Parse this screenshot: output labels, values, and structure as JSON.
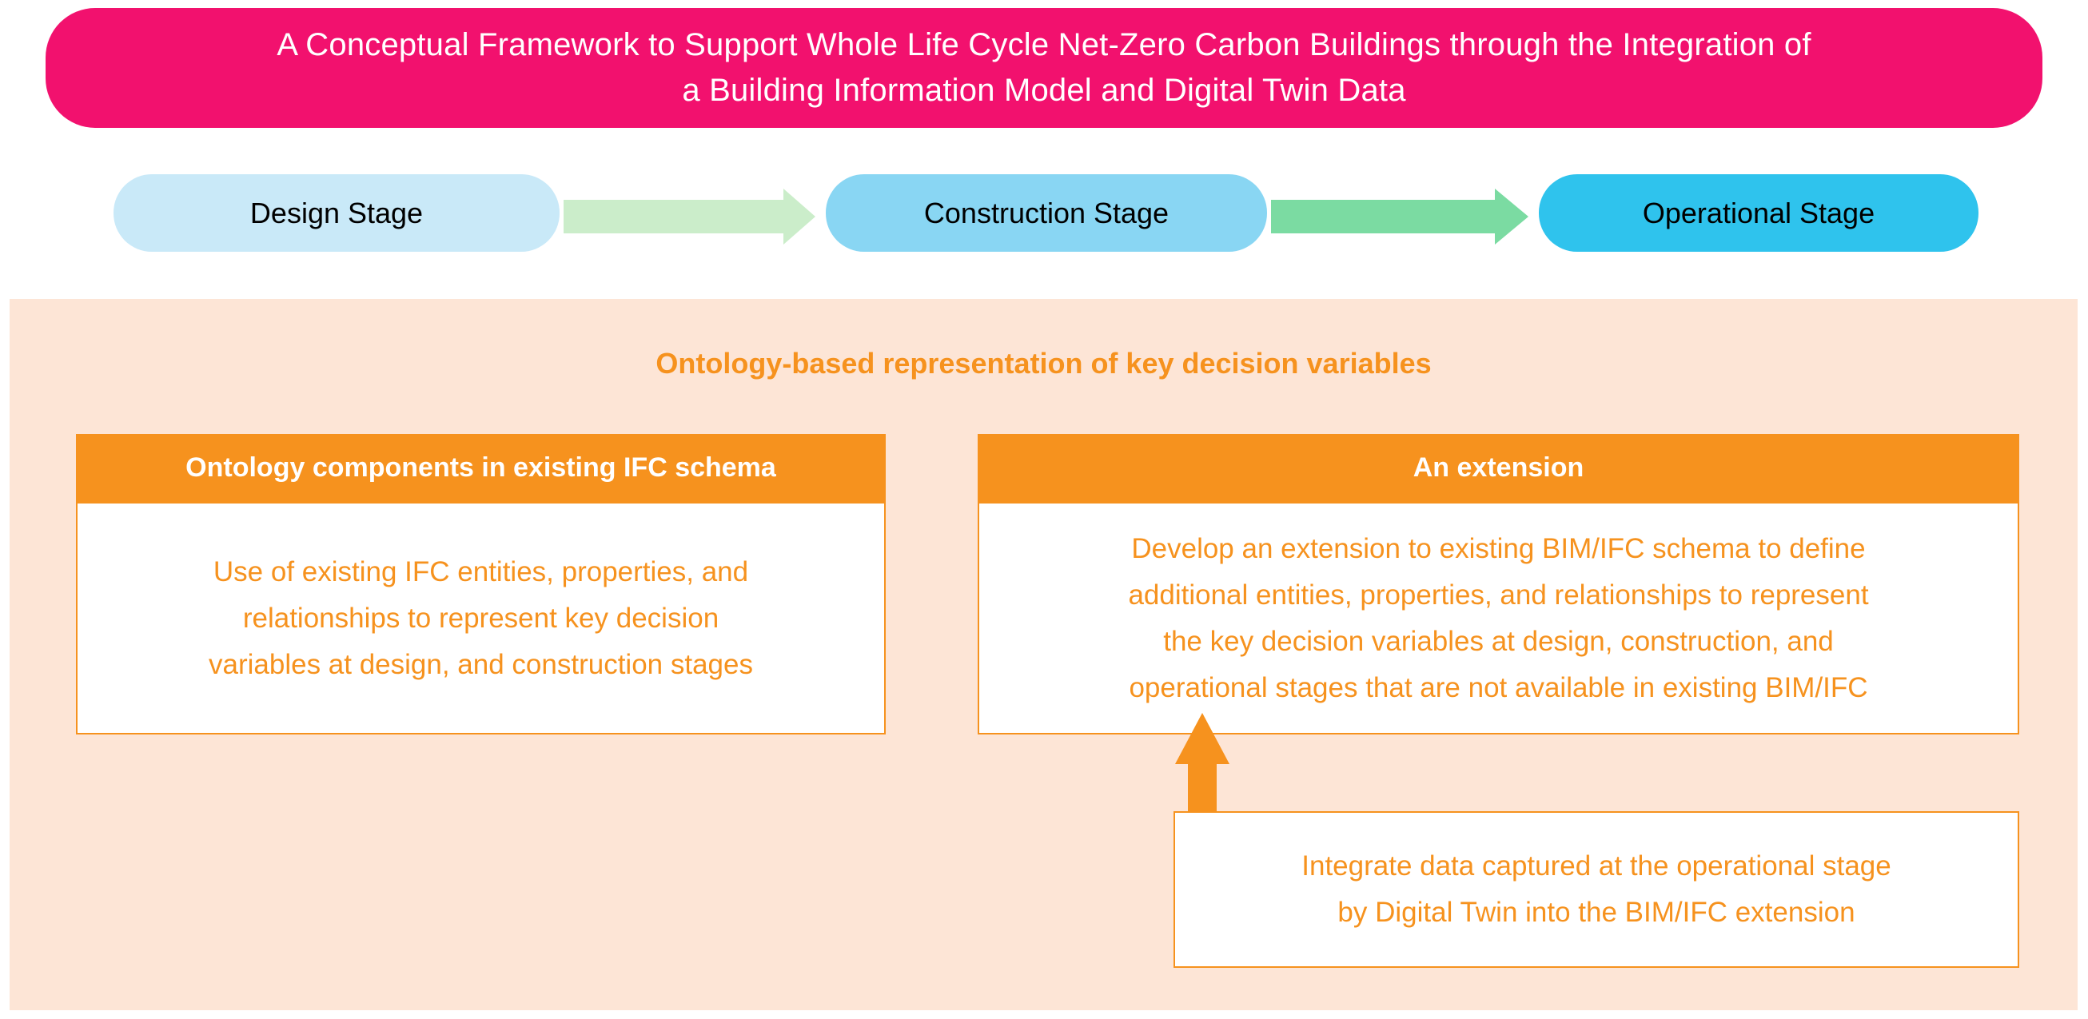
{
  "colors": {
    "banner": "#F2116E",
    "banner_text": "#FFFFFF",
    "design_pill": "#C9E9F8",
    "construction_pill": "#89D6F3",
    "operational_pill": "#2FC3ED",
    "arrow_light_green": "#CBEDCA",
    "arrow_green": "#7BDBA2",
    "panel_bg": "#FDE5D6",
    "orange": "#F6921E",
    "stage_text": "#000000"
  },
  "banner": {
    "title": "A Conceptual Framework to Support Whole Life Cycle Net-Zero Carbon Buildings through the Integration of\na Building Information Model and Digital Twin Data"
  },
  "stages": {
    "items": [
      {
        "label": "Design Stage"
      },
      {
        "label": "Construction Stage"
      },
      {
        "label": "Operational Stage"
      }
    ]
  },
  "panel": {
    "heading": "Ontology-based representation of key decision variables",
    "left_box": {
      "header": "Ontology components in existing IFC schema",
      "body": "Use of existing IFC entities, properties, and\nrelationships to represent key decision\nvariables at design, and construction stages"
    },
    "right_box": {
      "header": "An extension",
      "body": "Develop an extension to existing BIM/IFC schema to define\nadditional entities, properties, and relationships to represent\nthe key decision variables at design, construction, and\noperational stages that are not available in existing BIM/IFC"
    },
    "bottom_box": {
      "body": "Integrate data captured at the operational stage\nby Digital Twin into the BIM/IFC extension"
    }
  }
}
